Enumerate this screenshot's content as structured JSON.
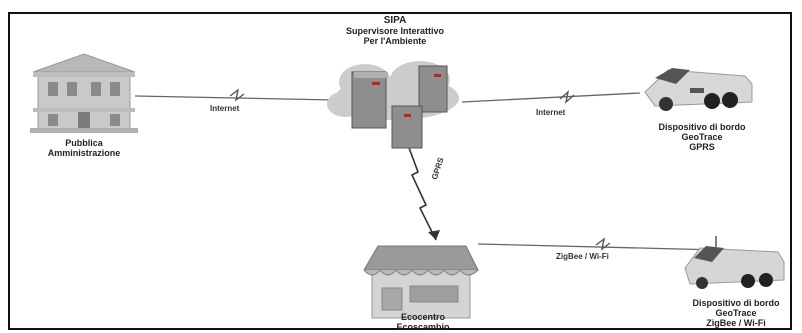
{
  "center": {
    "title": "SIPA",
    "sub1": "Supervisore Interattivo",
    "sub2": "Per l'Ambiente"
  },
  "admin": {
    "line1": "Pubblica",
    "line2": "Amministrazione"
  },
  "truck_top": {
    "line1": "Dispositivo di bordo",
    "line2": "GeoTrace",
    "line3": "GPRS"
  },
  "truck_bottom": {
    "line1": "Dispositivo di bordo",
    "line2": "GeoTrace",
    "line3": "ZigBee / Wi-Fi"
  },
  "shop": {
    "line1": "Ecocentro",
    "line2": "Ecoscambio"
  },
  "links": {
    "left": "Internet",
    "right": "Internet",
    "bottom": "ZigBee / Wi-Fi",
    "vertical": "GPRS"
  },
  "colors": {
    "cloud": "#c9c9c9",
    "server": "#9a9a9a",
    "building": "#c7c7c7",
    "truck": "#d8d8d8"
  }
}
